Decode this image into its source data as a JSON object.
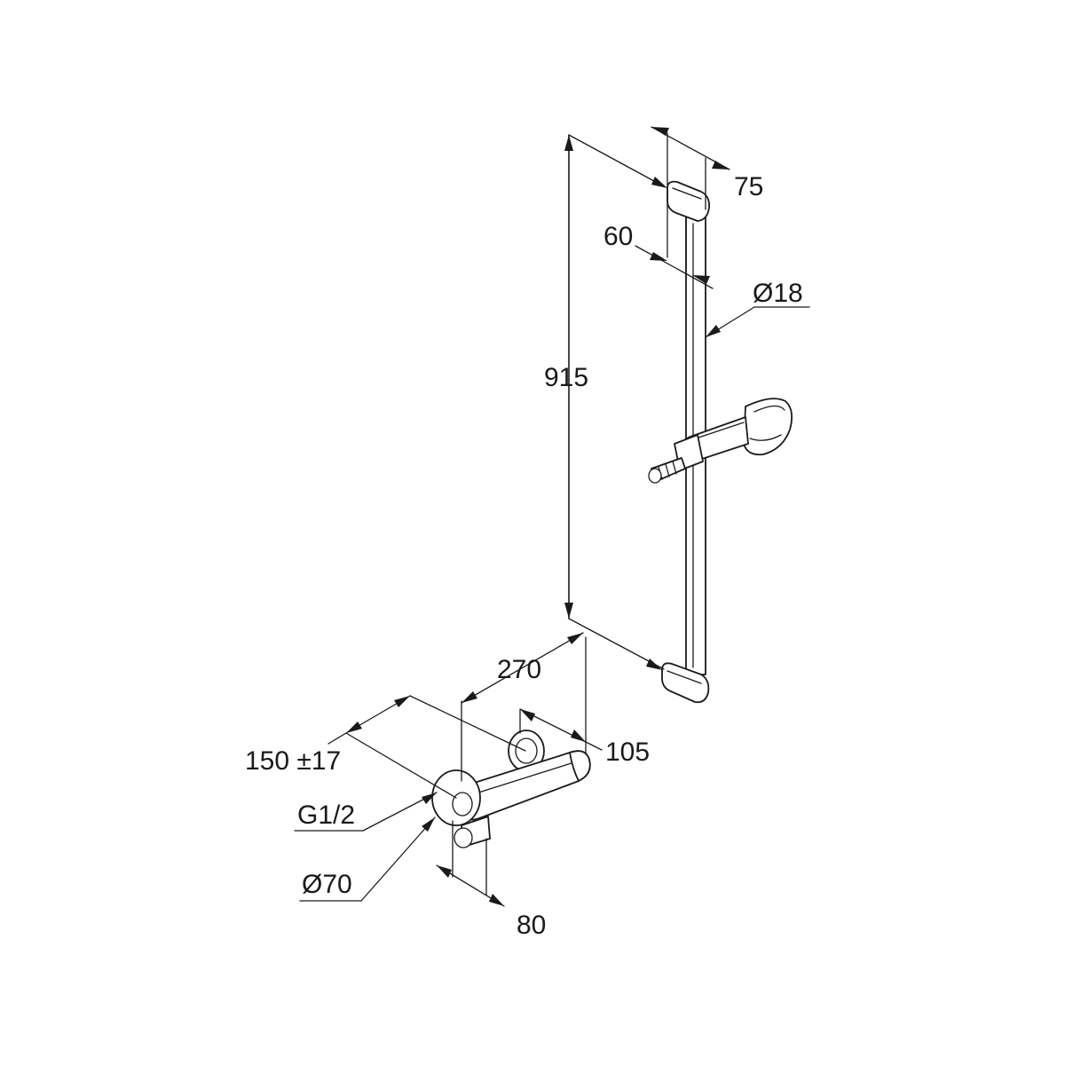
{
  "dimensions": {
    "bracket_depth_top": "75",
    "bracket_depth_wall": "60",
    "rail_diameter": "Ø18",
    "rail_height": "915",
    "mixer_to_rail": "270",
    "mixer_outlet_offset": "105",
    "inlet_spacing": "150 ±17",
    "inlet_thread": "G1/2",
    "escutcheon_diameter": "Ø70",
    "mixer_depth": "80"
  },
  "colors": {
    "line": "#1a1a1a",
    "background": "#ffffff"
  }
}
